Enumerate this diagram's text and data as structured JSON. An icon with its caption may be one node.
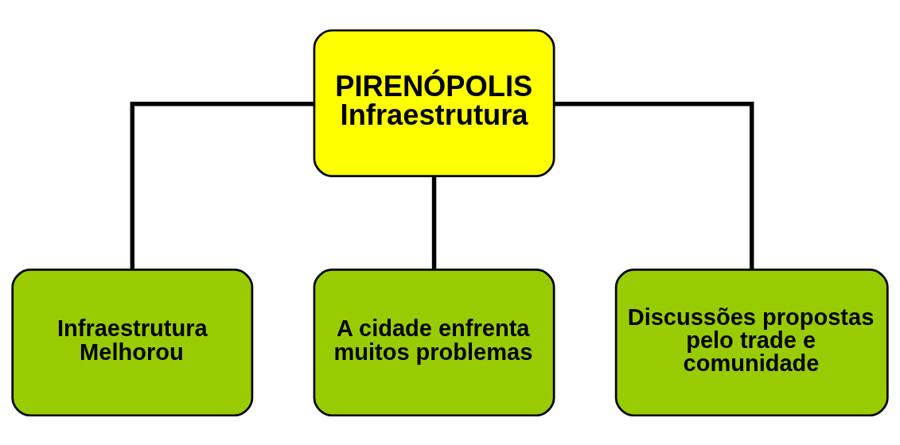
{
  "diagram": {
    "nodes": [
      {
        "text": [
          "PIRENÓPOLIS Infraestrutura"
        ]
      },
      {
        "text": [
          "Infraestrutura Melhorou"
        ]
      },
      {
        "text": [
          "A cidade enfrenta muitos problemas"
        ]
      },
      {
        "text": [
          "Discussões propostas pelo trade e comunidade"
        ]
      }
    ],
    "edges": [
      {
        "from": 0,
        "to": 1,
        "arrow": "none"
      },
      {
        "from": 0,
        "to": 2,
        "arrow": "none"
      },
      {
        "from": 0,
        "to": 3,
        "arrow": "none"
      }
    ]
  }
}
